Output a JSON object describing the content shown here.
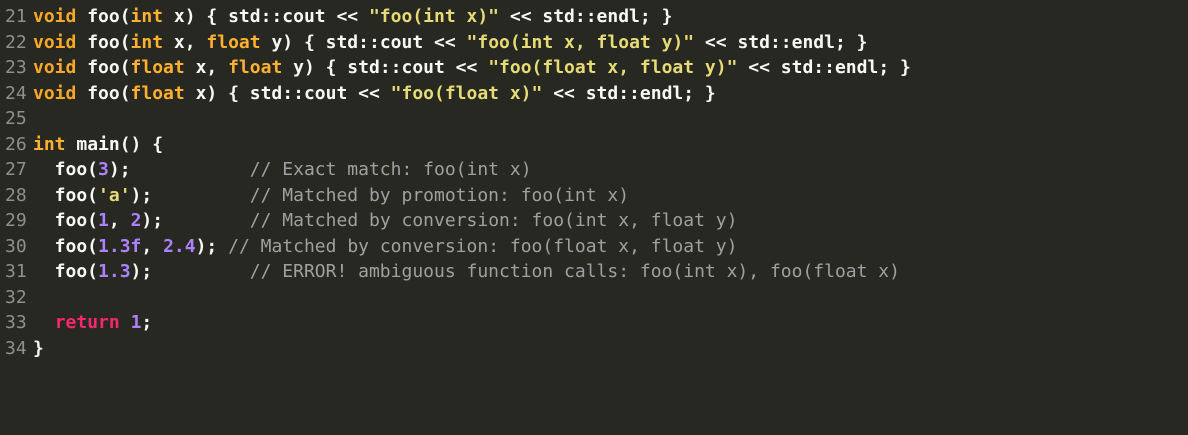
{
  "colors": {
    "background": "#272822",
    "gutter": "#8f908a",
    "keyword": "#f9a825",
    "type": "#ffb02e",
    "plain": "#f8f8f2",
    "string": "#e6db74",
    "number": "#ae81ff",
    "return": "#f92672",
    "comment": "#a0a0a0"
  },
  "lines": [
    {
      "num": "21",
      "tokens": [
        {
          "t": "void",
          "k": "kw"
        },
        {
          "t": " foo(",
          "k": "plain"
        },
        {
          "t": "int",
          "k": "type"
        },
        {
          "t": " x) { std::cout << ",
          "k": "plain"
        },
        {
          "t": "\"foo(int x)\"",
          "k": "str"
        },
        {
          "t": " << std::endl; }",
          "k": "plain"
        }
      ]
    },
    {
      "num": "22",
      "tokens": [
        {
          "t": "void",
          "k": "kw"
        },
        {
          "t": " foo(",
          "k": "plain"
        },
        {
          "t": "int",
          "k": "type"
        },
        {
          "t": " x, ",
          "k": "plain"
        },
        {
          "t": "float",
          "k": "type"
        },
        {
          "t": " y) { std::cout << ",
          "k": "plain"
        },
        {
          "t": "\"foo(int x, float y)\"",
          "k": "str"
        },
        {
          "t": " << std::endl; }",
          "k": "plain"
        }
      ]
    },
    {
      "num": "23",
      "tokens": [
        {
          "t": "void",
          "k": "kw"
        },
        {
          "t": " foo(",
          "k": "plain"
        },
        {
          "t": "float",
          "k": "type"
        },
        {
          "t": " x, ",
          "k": "plain"
        },
        {
          "t": "float",
          "k": "type"
        },
        {
          "t": " y) { std::cout << ",
          "k": "plain"
        },
        {
          "t": "\"foo(float x, float y)\"",
          "k": "str"
        },
        {
          "t": " << std::endl; }",
          "k": "plain"
        }
      ]
    },
    {
      "num": "24",
      "tokens": [
        {
          "t": "void",
          "k": "kw"
        },
        {
          "t": " foo(",
          "k": "plain"
        },
        {
          "t": "float",
          "k": "type"
        },
        {
          "t": " x) { std::cout << ",
          "k": "plain"
        },
        {
          "t": "\"foo(float x)\"",
          "k": "str"
        },
        {
          "t": " << std::endl; }",
          "k": "plain"
        }
      ]
    },
    {
      "num": "25",
      "tokens": []
    },
    {
      "num": "26",
      "tokens": [
        {
          "t": "int",
          "k": "type"
        },
        {
          "t": " main() {",
          "k": "plain"
        }
      ]
    },
    {
      "num": "27",
      "tokens": [
        {
          "t": "  foo(",
          "k": "plain"
        },
        {
          "t": "3",
          "k": "num"
        },
        {
          "t": ");           ",
          "k": "plain"
        },
        {
          "t": "// Exact match: foo(int x)",
          "k": "cmt"
        }
      ]
    },
    {
      "num": "28",
      "tokens": [
        {
          "t": "  foo(",
          "k": "plain"
        },
        {
          "t": "'a'",
          "k": "str"
        },
        {
          "t": ");         ",
          "k": "plain"
        },
        {
          "t": "// Matched by promotion: foo(int x)",
          "k": "cmt"
        }
      ]
    },
    {
      "num": "29",
      "tokens": [
        {
          "t": "  foo(",
          "k": "plain"
        },
        {
          "t": "1",
          "k": "num"
        },
        {
          "t": ", ",
          "k": "plain"
        },
        {
          "t": "2",
          "k": "num"
        },
        {
          "t": ");        ",
          "k": "plain"
        },
        {
          "t": "// Matched by conversion: foo(int x, float y)",
          "k": "cmt"
        }
      ]
    },
    {
      "num": "30",
      "tokens": [
        {
          "t": "  foo(",
          "k": "plain"
        },
        {
          "t": "1.3f",
          "k": "num"
        },
        {
          "t": ", ",
          "k": "plain"
        },
        {
          "t": "2.4",
          "k": "num"
        },
        {
          "t": "); ",
          "k": "plain"
        },
        {
          "t": "// Matched by conversion: foo(float x, float y)",
          "k": "cmt"
        }
      ]
    },
    {
      "num": "31",
      "tokens": [
        {
          "t": "  foo(",
          "k": "plain"
        },
        {
          "t": "1.3",
          "k": "num"
        },
        {
          "t": ");         ",
          "k": "plain"
        },
        {
          "t": "// ERROR! ambiguous function calls: foo(int x), foo(float x)",
          "k": "cmt"
        }
      ]
    },
    {
      "num": "32",
      "tokens": []
    },
    {
      "num": "33",
      "tokens": [
        {
          "t": "  ",
          "k": "plain"
        },
        {
          "t": "return",
          "k": "ret"
        },
        {
          "t": " ",
          "k": "plain"
        },
        {
          "t": "1",
          "k": "num"
        },
        {
          "t": ";",
          "k": "plain"
        }
      ]
    },
    {
      "num": "34",
      "tokens": [
        {
          "t": "}",
          "k": "plain"
        }
      ]
    }
  ]
}
